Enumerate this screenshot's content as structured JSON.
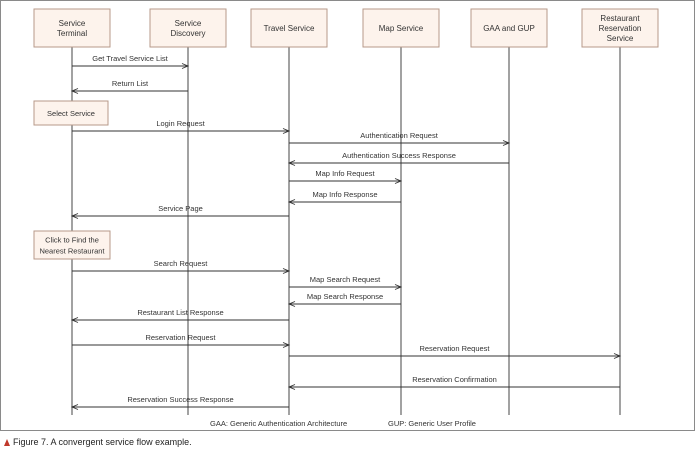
{
  "actors": [
    {
      "id": "terminal",
      "lines": [
        "Service",
        "Terminal"
      ]
    },
    {
      "id": "discovery",
      "lines": [
        "Service",
        "Discovery"
      ]
    },
    {
      "id": "travel",
      "lines": [
        "Travel Service"
      ]
    },
    {
      "id": "map",
      "lines": [
        "Map Service"
      ]
    },
    {
      "id": "gaa",
      "lines": [
        "GAA and GUP"
      ]
    },
    {
      "id": "restaurant",
      "lines": [
        "Restaurant",
        "Reservation",
        "Service"
      ]
    }
  ],
  "messages": [
    {
      "from": "terminal",
      "to": "discovery",
      "label": "Get Travel Service List"
    },
    {
      "from": "discovery",
      "to": "terminal",
      "label": "Return List"
    },
    {
      "from": "terminal",
      "to": "travel",
      "label": "Login Request"
    },
    {
      "from": "travel",
      "to": "gaa",
      "label": "Authentication Request"
    },
    {
      "from": "gaa",
      "to": "travel",
      "label": "Authentication Success Response"
    },
    {
      "from": "travel",
      "to": "map",
      "label": "Map Info Request"
    },
    {
      "from": "map",
      "to": "travel",
      "label": "Map Info Response"
    },
    {
      "from": "travel",
      "to": "terminal",
      "label": "Service Page"
    },
    {
      "from": "terminal",
      "to": "travel",
      "label": "Search Request"
    },
    {
      "from": "travel",
      "to": "map",
      "label": "Map Search Request"
    },
    {
      "from": "map",
      "to": "travel",
      "label": "Map Search Response"
    },
    {
      "from": "travel",
      "to": "terminal",
      "label": "Restaurant List Response"
    },
    {
      "from": "terminal",
      "to": "travel",
      "label": "Reservation Request"
    },
    {
      "from": "travel",
      "to": "restaurant",
      "label": "Reservation Request"
    },
    {
      "from": "restaurant",
      "to": "travel",
      "label": "Reservation Confirmation"
    },
    {
      "from": "travel",
      "to": "terminal",
      "label": "Reservation Success Response"
    }
  ],
  "notes": [
    {
      "on": "terminal",
      "lines": [
        "Select Service"
      ]
    },
    {
      "on": "terminal",
      "lines": [
        "Click to Find the",
        "Nearest Restaurant"
      ]
    }
  ],
  "legend": {
    "gaa": "GAA: Generic Authentication Architecture",
    "gup": "GUP: Generic User Profile"
  },
  "caption": "Figure 7. A convergent service flow example.",
  "colors": {
    "box_fill": "#fdf3ec",
    "box_stroke": "#b79a8a",
    "caption_marker": "#c0392b"
  }
}
